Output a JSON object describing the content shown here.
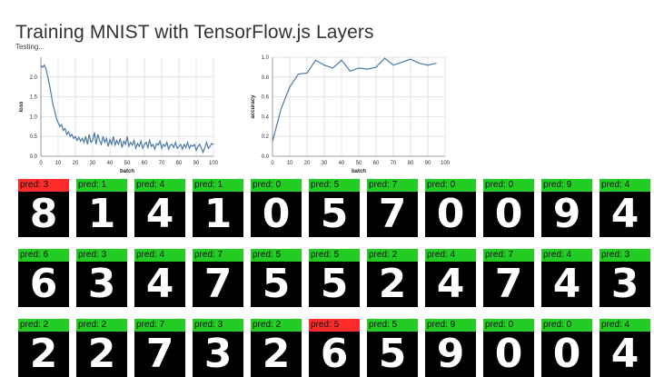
{
  "page": {
    "title": "Training MNIST with TensorFlow.js Layers",
    "status": "Testing..."
  },
  "chart_data": [
    {
      "type": "line",
      "xlabel": "batch",
      "ylabel": "loss",
      "xlim": [
        0,
        100
      ],
      "ylim": [
        0,
        2.5
      ],
      "xticks": [
        0,
        10,
        20,
        30,
        40,
        50,
        60,
        70,
        80,
        90,
        100
      ],
      "yticks": [
        0.0,
        0.5,
        1.0,
        1.5,
        2.0
      ],
      "grid": true,
      "x": [
        0,
        1,
        2,
        3,
        4,
        5,
        6,
        7,
        8,
        9,
        10,
        11,
        12,
        13,
        14,
        15,
        16,
        17,
        18,
        19,
        20,
        21,
        22,
        23,
        24,
        25,
        26,
        27,
        28,
        29,
        30,
        31,
        32,
        33,
        34,
        35,
        36,
        37,
        38,
        39,
        40,
        41,
        42,
        43,
        44,
        45,
        46,
        47,
        48,
        49,
        50,
        51,
        52,
        53,
        54,
        55,
        56,
        57,
        58,
        59,
        60,
        61,
        62,
        63,
        64,
        65,
        66,
        67,
        68,
        69,
        70,
        71,
        72,
        73,
        74,
        75,
        76,
        77,
        78,
        79,
        80,
        81,
        82,
        83,
        84,
        85,
        86,
        87,
        88,
        89,
        90,
        91,
        92,
        93,
        94,
        95,
        96,
        97,
        98,
        99,
        100
      ],
      "values": [
        2.3,
        2.25,
        2.3,
        2.2,
        2.0,
        1.8,
        1.55,
        1.3,
        1.15,
        0.95,
        0.85,
        0.75,
        0.8,
        0.65,
        0.7,
        0.55,
        0.62,
        0.5,
        0.55,
        0.45,
        0.5,
        0.4,
        0.48,
        0.38,
        0.45,
        0.35,
        0.5,
        0.3,
        0.55,
        0.35,
        0.4,
        0.6,
        0.3,
        0.55,
        0.4,
        0.3,
        0.5,
        0.35,
        0.45,
        0.25,
        0.42,
        0.3,
        0.5,
        0.28,
        0.4,
        0.3,
        0.45,
        0.22,
        0.38,
        0.3,
        0.5,
        0.25,
        0.35,
        0.28,
        0.4,
        0.2,
        0.32,
        0.25,
        0.38,
        0.2,
        0.3,
        0.35,
        0.22,
        0.4,
        0.25,
        0.3,
        0.18,
        0.32,
        0.28,
        0.38,
        0.2,
        0.3,
        0.25,
        0.35,
        0.18,
        0.28,
        0.3,
        0.22,
        0.35,
        0.2,
        0.25,
        0.3,
        0.18,
        0.3,
        0.22,
        0.35,
        0.2,
        0.28,
        0.25,
        0.3,
        0.15,
        0.25,
        0.3,
        0.2,
        0.1,
        0.22,
        0.35,
        0.2,
        0.25,
        0.32,
        0.3
      ]
    },
    {
      "type": "line",
      "xlabel": "batch",
      "ylabel": "accuracy",
      "xlim": [
        0,
        100
      ],
      "ylim": [
        0,
        1.0
      ],
      "xticks": [
        0,
        10,
        20,
        30,
        40,
        50,
        60,
        70,
        80,
        90,
        100
      ],
      "yticks": [
        0.0,
        0.2,
        0.4,
        0.6,
        0.8,
        1.0
      ],
      "grid": true,
      "x": [
        0,
        5,
        10,
        15,
        20,
        25,
        30,
        35,
        40,
        45,
        50,
        55,
        60,
        65,
        70,
        75,
        80,
        85,
        90,
        95
      ],
      "values": [
        0.15,
        0.48,
        0.7,
        0.83,
        0.84,
        0.97,
        0.92,
        0.89,
        0.97,
        0.86,
        0.89,
        0.88,
        0.9,
        0.99,
        0.92,
        0.95,
        0.98,
        0.94,
        0.92,
        0.94
      ]
    }
  ],
  "digits": [
    {
      "pred": "pred: 3",
      "digit": "8",
      "correct": false
    },
    {
      "pred": "pred: 1",
      "digit": "1",
      "correct": true
    },
    {
      "pred": "pred: 4",
      "digit": "4",
      "correct": true
    },
    {
      "pred": "pred: 1",
      "digit": "1",
      "correct": true
    },
    {
      "pred": "pred: 0",
      "digit": "0",
      "correct": true
    },
    {
      "pred": "pred: 5",
      "digit": "5",
      "correct": true
    },
    {
      "pred": "pred: 7",
      "digit": "7",
      "correct": true
    },
    {
      "pred": "pred: 0",
      "digit": "0",
      "correct": true
    },
    {
      "pred": "pred: 0",
      "digit": "0",
      "correct": true
    },
    {
      "pred": "pred: 9",
      "digit": "9",
      "correct": true
    },
    {
      "pred": "pred: 4",
      "digit": "4",
      "correct": true
    },
    {
      "pred": "pred: 6",
      "digit": "6",
      "correct": true
    },
    {
      "pred": "pred: 3",
      "digit": "3",
      "correct": true
    },
    {
      "pred": "pred: 4",
      "digit": "4",
      "correct": true
    },
    {
      "pred": "pred: 7",
      "digit": "7",
      "correct": true
    },
    {
      "pred": "pred: 5",
      "digit": "5",
      "correct": true
    },
    {
      "pred": "pred: 5",
      "digit": "5",
      "correct": true
    },
    {
      "pred": "pred: 2",
      "digit": "2",
      "correct": true
    },
    {
      "pred": "pred: 4",
      "digit": "4",
      "correct": true
    },
    {
      "pred": "pred: 7",
      "digit": "7",
      "correct": true
    },
    {
      "pred": "pred: 4",
      "digit": "4",
      "correct": true
    },
    {
      "pred": "pred: 3",
      "digit": "3",
      "correct": true
    },
    {
      "pred": "pred: 2",
      "digit": "2",
      "correct": true
    },
    {
      "pred": "pred: 2",
      "digit": "2",
      "correct": true
    },
    {
      "pred": "pred: 7",
      "digit": "7",
      "correct": true
    },
    {
      "pred": "pred: 3",
      "digit": "3",
      "correct": true
    },
    {
      "pred": "pred: 2",
      "digit": "2",
      "correct": true
    },
    {
      "pred": "pred: 5",
      "digit": "6",
      "correct": false
    },
    {
      "pred": "pred: 5",
      "digit": "5",
      "correct": true
    },
    {
      "pred": "pred: 9",
      "digit": "9",
      "correct": true
    },
    {
      "pred": "pred: 0",
      "digit": "0",
      "correct": true
    },
    {
      "pred": "pred: 0",
      "digit": "0",
      "correct": true
    },
    {
      "pred": "pred: 4",
      "digit": "4",
      "correct": true
    }
  ],
  "colors": {
    "correct": "#22cc22",
    "wrong": "#ff2b2b",
    "line": "#4c78a8"
  }
}
